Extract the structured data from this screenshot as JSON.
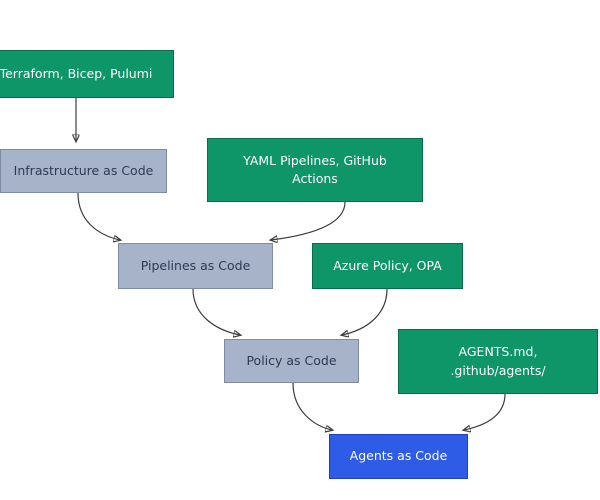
{
  "diagram": {
    "background": "#FFFFFF",
    "nodes": [
      {
        "id": "terraform-tools",
        "label": "Terraform, Bicep, Pulumi",
        "kind": "tools"
      },
      {
        "id": "infrastructure-as-code",
        "label": "Infrastructure as Code",
        "kind": "concept"
      },
      {
        "id": "yaml-tools",
        "label": "YAML Pipelines, GitHub\nActions",
        "kind": "tools"
      },
      {
        "id": "pipelines-as-code",
        "label": "Pipelines as Code",
        "kind": "concept"
      },
      {
        "id": "azure-policy-tools",
        "label": "Azure Policy, OPA",
        "kind": "tools"
      },
      {
        "id": "policy-as-code",
        "label": "Policy as Code",
        "kind": "concept"
      },
      {
        "id": "agents-files-tools",
        "label": "AGENTS.md,\n.github/agents/",
        "kind": "tools"
      },
      {
        "id": "agents-as-code",
        "label": "Agents as Code",
        "kind": "highlight"
      }
    ],
    "edges": [
      {
        "from": "terraform-tools",
        "to": "infrastructure-as-code"
      },
      {
        "from": "infrastructure-as-code",
        "to": "pipelines-as-code"
      },
      {
        "from": "yaml-tools",
        "to": "pipelines-as-code"
      },
      {
        "from": "pipelines-as-code",
        "to": "policy-as-code"
      },
      {
        "from": "azure-policy-tools",
        "to": "policy-as-code"
      },
      {
        "from": "policy-as-code",
        "to": "agents-as-code"
      },
      {
        "from": "agents-files-tools",
        "to": "agents-as-code"
      }
    ],
    "colors": {
      "tools_fill": "#0E9568",
      "tools_border": "#0B6B4D",
      "tools_text": "#FFFFFF",
      "concept_fill": "#A6B3C8",
      "concept_border": "#7E8CA6",
      "concept_text": "#2D3A52",
      "highlight_fill": "#2E5CE6",
      "highlight_border": "#1F3FC4",
      "highlight_text": "#FFFFFF",
      "arrow": "#3D3D3D"
    }
  }
}
